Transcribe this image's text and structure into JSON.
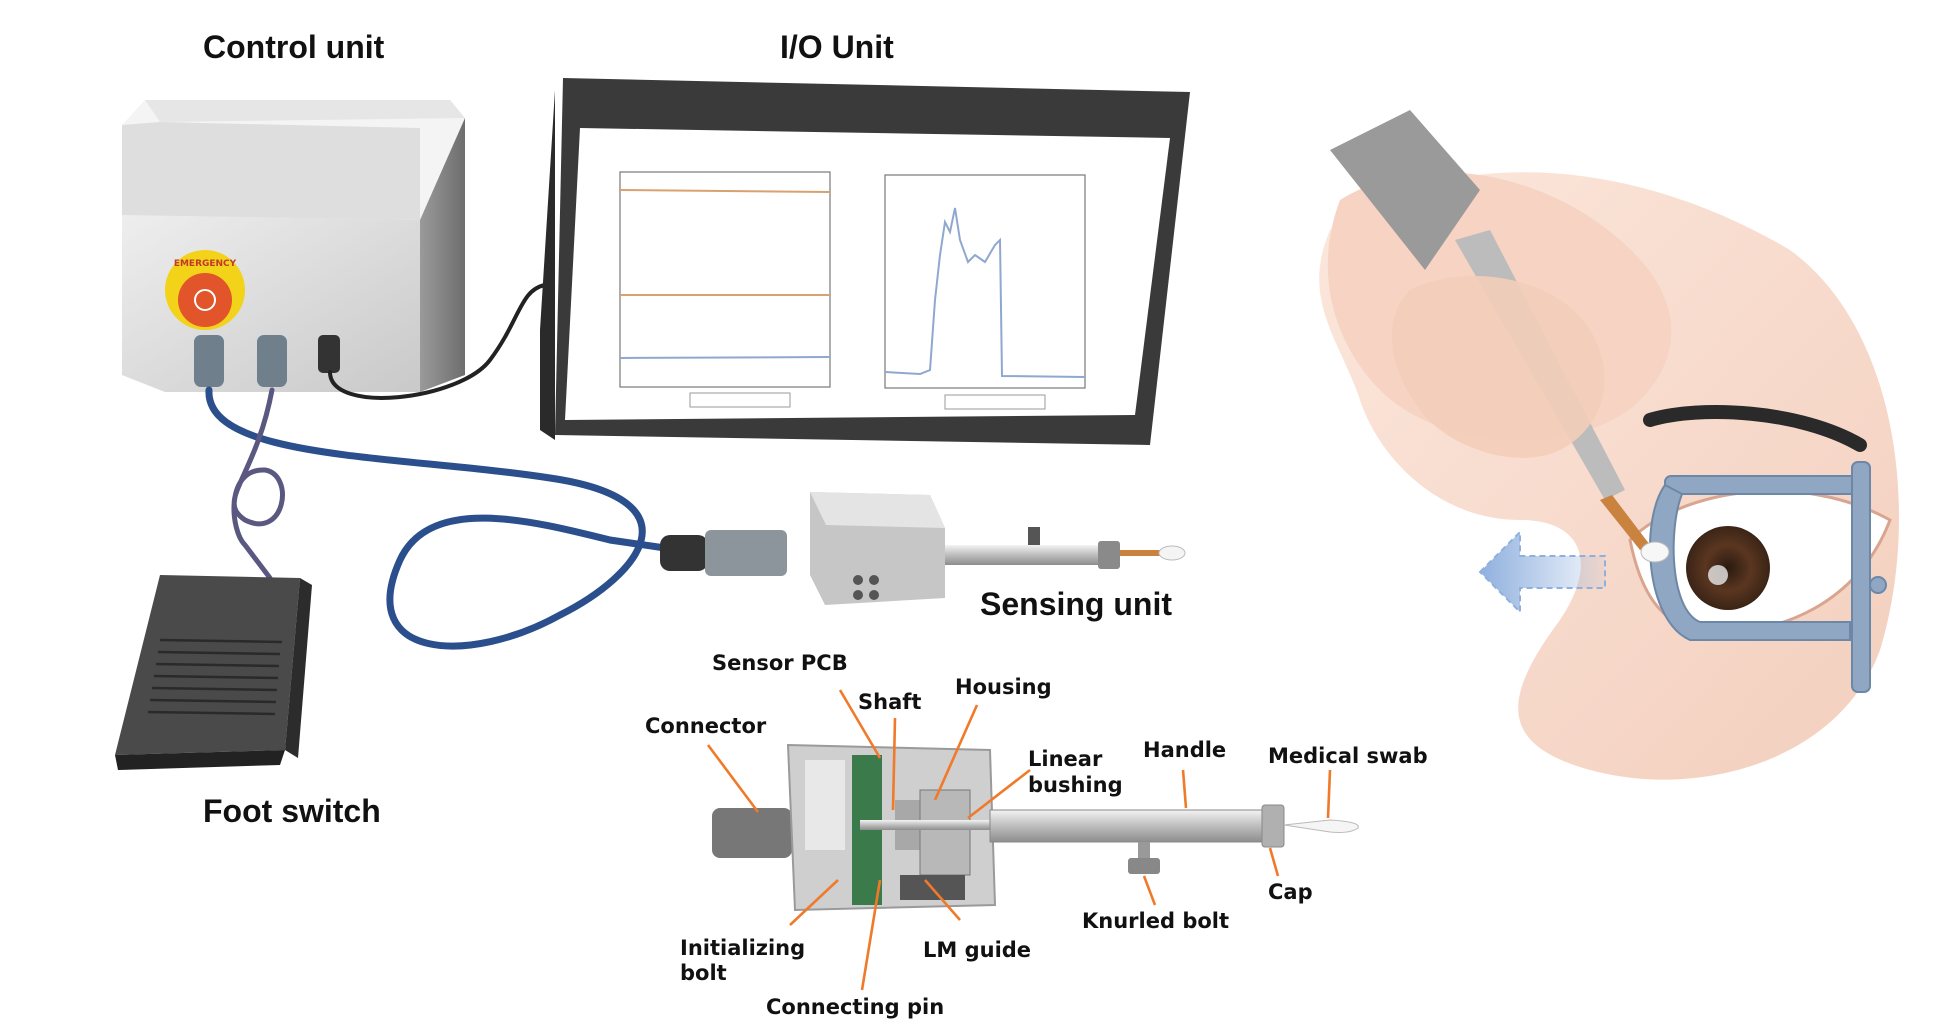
{
  "labels": {
    "control_unit": "Control unit",
    "io_unit": "I/O Unit",
    "sensing_unit": "Sensing unit",
    "foot_switch": "Foot switch"
  },
  "emergency_text": "EMERGENCY",
  "parts": {
    "sensor_pcb": "Sensor PCB",
    "shaft": "Shaft",
    "housing": "Housing",
    "connector": "Connector",
    "linear_bushing_1": "Linear",
    "linear_bushing_2": "bushing",
    "handle": "Handle",
    "medical_swab": "Medical swab",
    "cap": "Cap",
    "knurled_bolt": "Knurled bolt",
    "lm_guide": "LM guide",
    "initializing_bolt_1": "Initializing",
    "initializing_bolt_2": "bolt",
    "connecting_pin": "Connecting pin"
  },
  "colors": {
    "leader": "#f07a2a",
    "cable": "#2a4f8c",
    "monitor_frame": "#3a3a3a",
    "control_box": "#d9d9d9",
    "emergency_button": "#e2542a",
    "plot_line_orange": "#d9a070",
    "plot_line_blue": "#8fa8d0"
  }
}
